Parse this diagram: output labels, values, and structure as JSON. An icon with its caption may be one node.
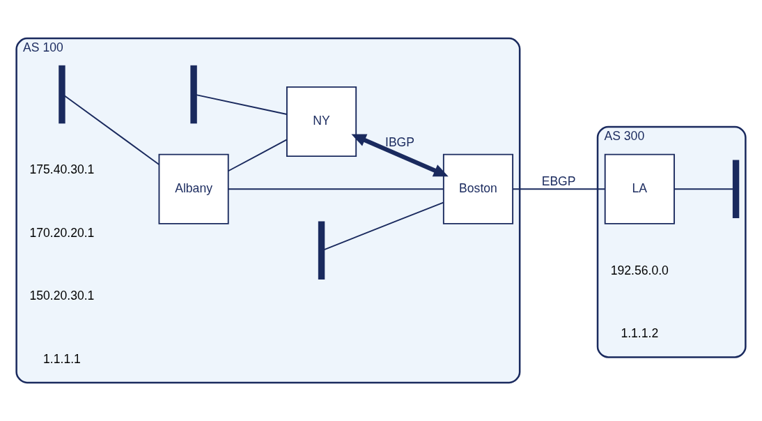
{
  "diagram": {
    "nodes": [
      {
        "text": [
          "AS 100"
        ]
      },
      {
        "text": [],
        "shape": "bar",
        "in": 0
      },
      {
        "text": [
          "NY"
        ],
        "in": 0
      },
      {
        "text": [],
        "shape": "bar",
        "in": 0
      },
      {
        "text": [
          "Albany"
        ],
        "in": 0
      },
      {
        "text": [],
        "shape": "bar",
        "in": 0
      },
      {
        "text": [
          "Boston"
        ],
        "in": 0
      },
      {
        "text": [
          "AS 300"
        ]
      },
      {
        "text": [
          "LA"
        ],
        "in": 7
      },
      {
        "text": [],
        "shape": "bar",
        "in": 7
      }
    ],
    "edges": [
      {
        "from": 1,
        "to": 2,
        "arrow": "none"
      },
      {
        "from": 3,
        "to": 4,
        "arrow": "none"
      },
      {
        "from": 5,
        "to": 6,
        "arrow": "none"
      },
      {
        "from": 8,
        "to": 9,
        "arrow": "none"
      },
      {
        "from": 4,
        "to": 2,
        "arrow": "none"
      },
      {
        "from": 4,
        "to": 6,
        "arrow": "none"
      },
      {
        "from": 2,
        "to": 6,
        "arrow": "both",
        "label": "IBGP",
        "style": "thick"
      },
      {
        "from": 6,
        "to": 8,
        "arrow": "none",
        "label": "EBGP"
      }
    ],
    "labels": [
      "175.40.30.1",
      "170.20.20.1",
      "150.20.30.1",
      "1.1.1.1",
      "192.56.0.0",
      "1.1.1.2"
    ]
  }
}
